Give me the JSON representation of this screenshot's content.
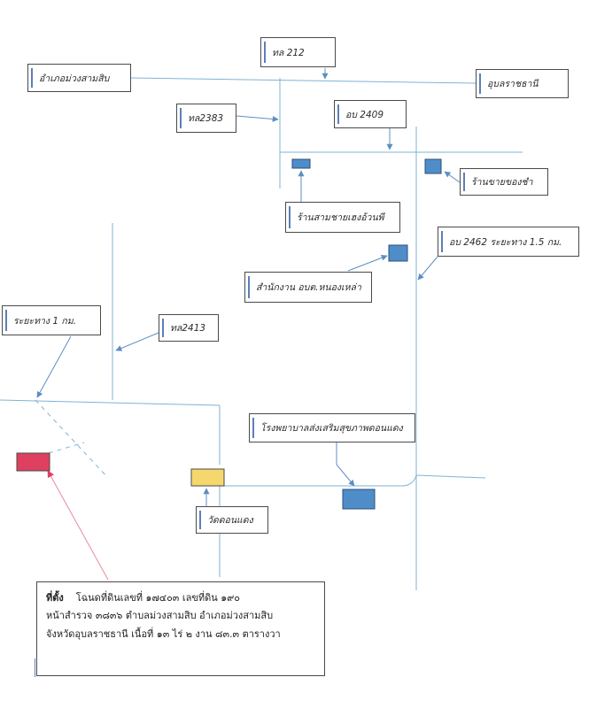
{
  "labels": {
    "road_212": "ทล 212",
    "muang_sam_sip": "อำเภอม่วงสามสิบ",
    "ubon_ratchathani": "อุบลราชธานี",
    "road_2383": "ทล2383",
    "road_2409": "อบ 2409",
    "shop_cha": "ร้านขายของชำ",
    "shop_sam_hengjuanphi": "ร้านสามชายเฮงอ้วนพี",
    "road_2462": "อบ 2462 ระยะทาง 1.5 กม.",
    "obt_office": "สำนักงาน อบต.หนองเหล่า",
    "distance_1km": "ระยะทาง 1 กม.",
    "road_2413": "ทล2413",
    "hospital": "โรงพยาบาลส่งเสริมสุขภาพดอนแดง",
    "wat_don_daeng": "วัดดอนแดง"
  },
  "info_box": {
    "title": "ที่ตั้ง",
    "line1": "โฉนดที่ดินเลขที่ ๑๗๔๐๓ เลขที่ดิน ๑๙๐",
    "line2": "หน้าสำรวจ ๓๘๓๖ ตำบลม่วงสามสิบ อำเภอม่วงสามสิบ",
    "line3": "จังหวัดอุบลราชธานี  เนื้อที่ ๑๓ ไร่ ๒ งาน ๘๓.๓ ตารางวา"
  },
  "colors": {
    "road": "#7fb3d5",
    "arrow": "#5d8fc0",
    "marker_blue": "#4f8dc9",
    "marker_yellow": "#f5d76e",
    "marker_red": "#e0405f",
    "red_arrow": "#e88a9b"
  }
}
